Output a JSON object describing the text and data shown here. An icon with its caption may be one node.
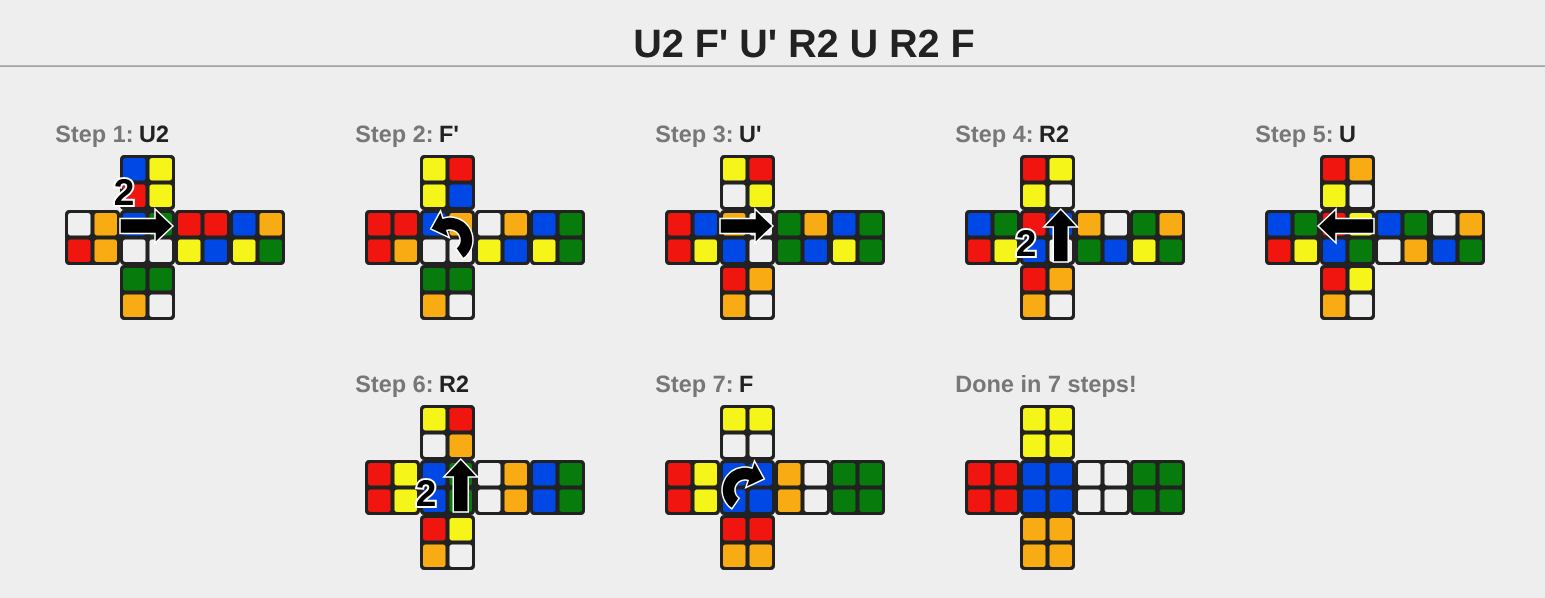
{
  "diagram": {
    "title": "U2 F' U' R2 U R2 F",
    "labels": [
      "Step 1:",
      "U2",
      "2",
      "Step 2:",
      "F'",
      "Step 3:",
      "U'",
      "Step 4:",
      "R2",
      "2",
      "Step 5:",
      "U",
      "Step 6:",
      "R2",
      "2",
      "Step 7:",
      "F",
      "Done in 7 steps!"
    ]
  }
}
